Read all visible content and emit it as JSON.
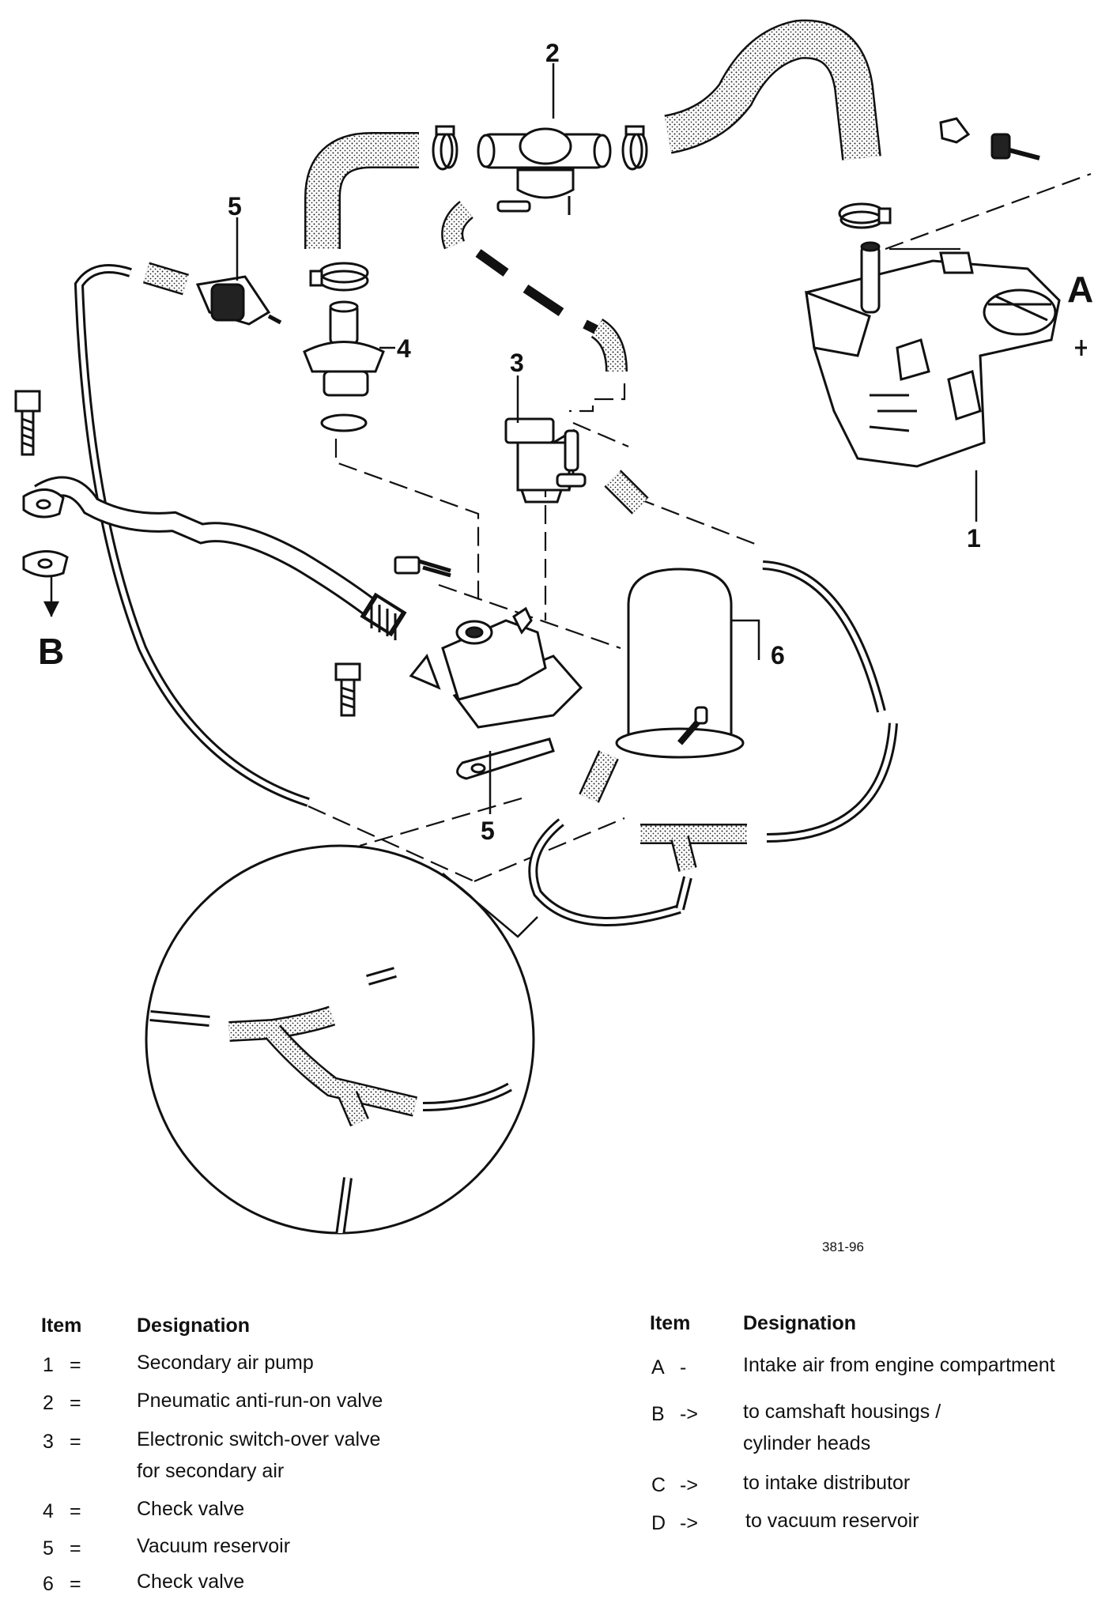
{
  "diagram": {
    "callouts": [
      "1",
      "2",
      "3",
      "4",
      "5",
      "5",
      "6"
    ],
    "letters": [
      "A",
      "B"
    ],
    "figure_id": "381-96"
  },
  "legend_left": {
    "header_item": "Item",
    "header_designation": "Designation",
    "rows": [
      {
        "item": "1",
        "sep": "=",
        "text": [
          "Secondary air pump"
        ]
      },
      {
        "item": "2",
        "sep": "=",
        "text": [
          "Pneumatic anti-run-on valve"
        ]
      },
      {
        "item": "3",
        "sep": "=",
        "text": [
          "Electronic switch-over valve",
          "for secondary air"
        ]
      },
      {
        "item": "4",
        "sep": "=",
        "text": [
          "Check valve"
        ]
      },
      {
        "item": "5",
        "sep": "=",
        "text": [
          "Vacuum reservoir"
        ]
      },
      {
        "item": "6",
        "sep": "=",
        "text": [
          "Check valve"
        ]
      }
    ]
  },
  "legend_right": {
    "header_item": "Item",
    "header_designation": "Designation",
    "rows": [
      {
        "item": "A",
        "sep": "-",
        "text": [
          "Intake air from engine compartment"
        ]
      },
      {
        "item": "B",
        "sep": "->",
        "text": [
          "to camshaft housings /",
          "cylinder heads"
        ]
      },
      {
        "item": "C",
        "sep": "->",
        "text": [
          "to intake distributor"
        ]
      },
      {
        "item": "D",
        "sep": "->",
        "text": [
          "to vacuum reservoir"
        ]
      }
    ]
  }
}
